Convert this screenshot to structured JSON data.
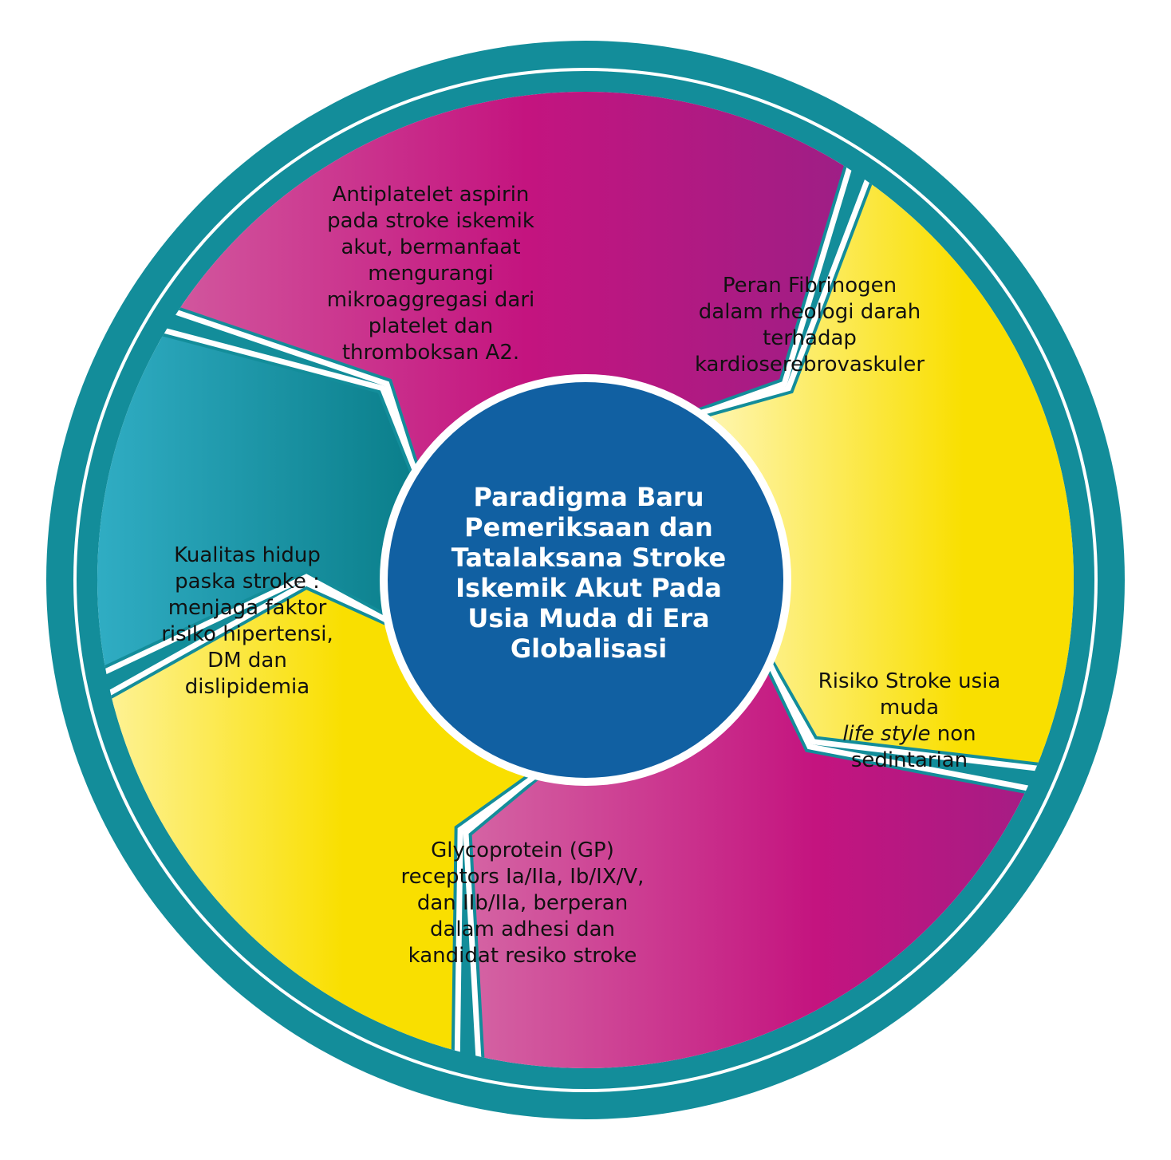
{
  "diagram": {
    "colors": {
      "ring": "#138d9a",
      "divider": "#ffffff",
      "center": "#1160a2",
      "magenta_start": "#d463a3",
      "magenta_mid": "#c4147f",
      "magenta_end": "#9c1f86",
      "yellow_start": "#fff7bb",
      "yellow_end": "#f9df00",
      "teal_start": "#38b7d0",
      "teal_end": "#0a7e8a"
    },
    "center": {
      "lines": [
        "Paradigma Baru",
        "Pemeriksaan dan",
        "Tatalaksana Stroke",
        "Iskemik Akut Pada",
        "Usia Muda di Era",
        "Globalisasi"
      ]
    },
    "segments": [
      {
        "id": "top-left",
        "color": "magenta",
        "lines": [
          "Antiplatelet aspirin",
          "pada stroke iskemik",
          "akut, bermanfaat",
          "mengurangi",
          "mikroaggregasi dari",
          "platelet dan",
          "thromboksan A2."
        ]
      },
      {
        "id": "top-right",
        "color": "yellow",
        "lines": [
          "Peran Fibrinogen",
          "dalam rheologi darah",
          "terhadap",
          "kardioserebrovaskuler"
        ]
      },
      {
        "id": "right",
        "color": "magenta",
        "lines": [
          "Risiko Stroke usia",
          "muda"
        ],
        "italic_part": "life style",
        "after_italic": " non",
        "last_line": "sedintarian"
      },
      {
        "id": "bottom",
        "color": "yellow",
        "lines": [
          "Glycoprotein (GP)",
          "receptors Ia/IIa, Ib/IX/V,",
          "dan IIb/IIa, berperan",
          "dalam adhesi dan",
          "kandidat resiko stroke"
        ]
      },
      {
        "id": "left",
        "color": "teal",
        "lines": [
          "Kualitas hidup",
          "paska stroke :",
          "menjaga faktor",
          "risiko hipertensi,",
          "DM dan",
          "dislipidemia"
        ]
      }
    ]
  }
}
